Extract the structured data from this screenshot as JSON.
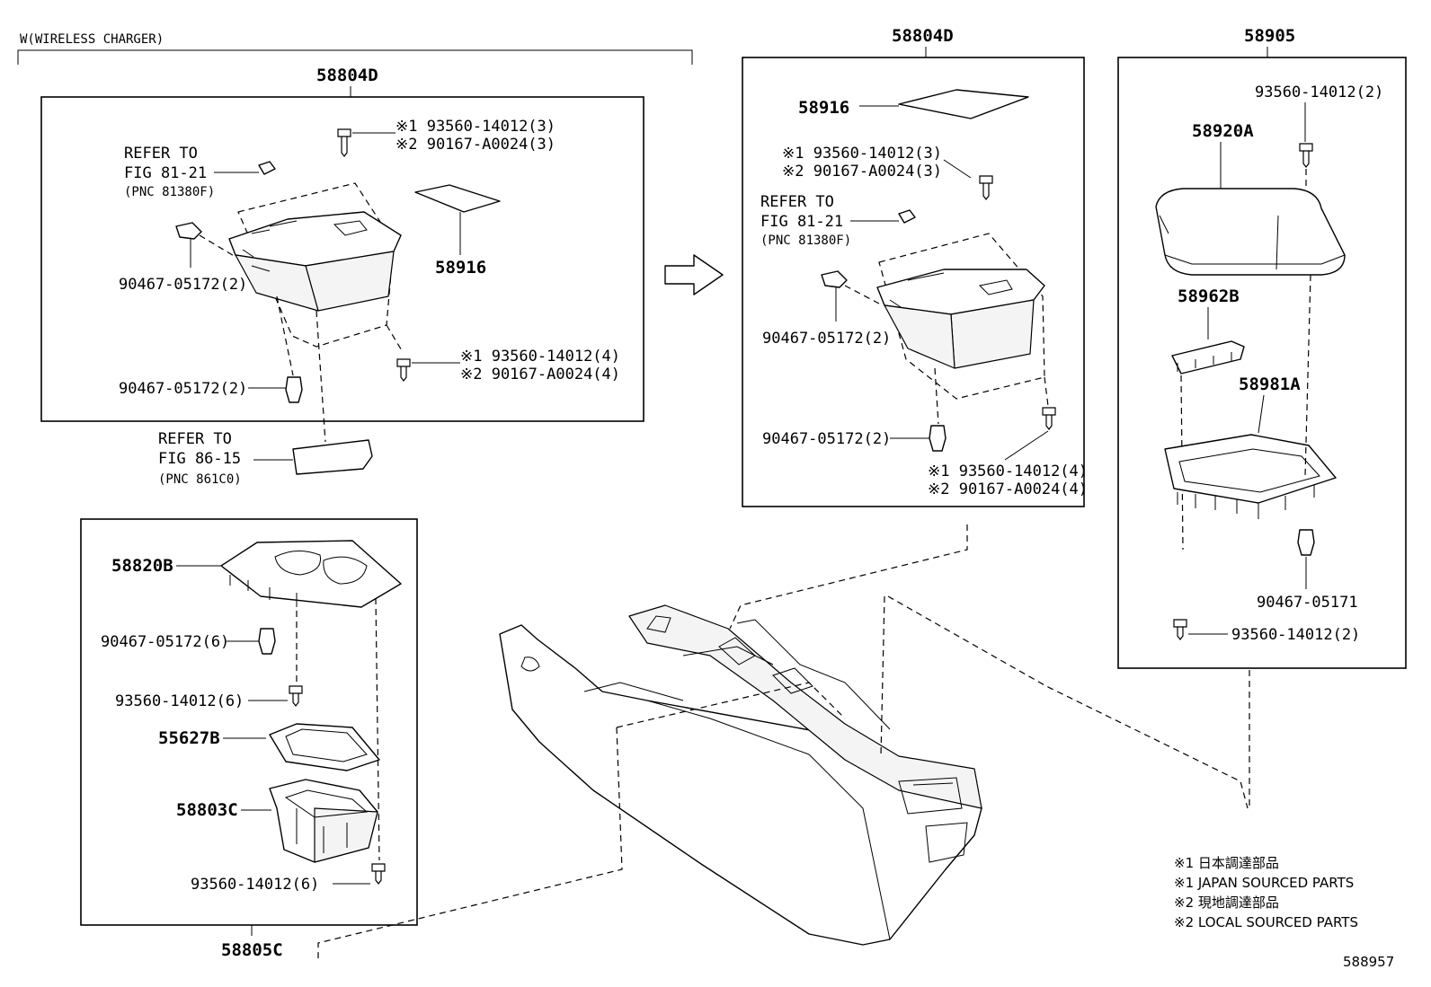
{
  "wireless_section": {
    "header": "W(WIRELESS CHARGER)",
    "assembly": "58804D",
    "refer_top": [
      "REFER TO",
      "FIG 81-21",
      "(PNC 81380F)"
    ],
    "screw_top": [
      "※1 93560-14012(3)",
      "※2 90167-A0024(3)"
    ],
    "mat": "58916",
    "clip_left": "90467-05172(2)",
    "screw_right": [
      "※1 93560-14012(4)",
      "※2 90167-A0024(4)"
    ],
    "clip_bottom": "90467-05172(2)",
    "refer_bottom": [
      "REFER TO",
      "FIG 86-15",
      "(PNC 861C0)"
    ]
  },
  "standard_section": {
    "assembly": "58804D",
    "mat": "58916",
    "screw_top": [
      "※1 93560-14012(3)",
      "※2 90167-A0024(3)"
    ],
    "refer": [
      "REFER TO",
      "FIG 81-21",
      "(PNC 81380F)"
    ],
    "clip_left": "90467-05172(2)",
    "clip_bottom": "90467-05172(2)",
    "screw_bottom": [
      "※1 93560-14012(4)",
      "※2 90167-A0024(4)"
    ]
  },
  "armrest_section": {
    "assembly": "58905",
    "screw_top": "93560-14012(2)",
    "armrest": "58920A",
    "hinge": "58962B",
    "base": "58981A",
    "clip": "90467-05171",
    "screw_bottom": "93560-14012(2)"
  },
  "lower_section": {
    "panel": "58820B",
    "clip": "90467-05172(6)",
    "screw1": "93560-14012(6)",
    "gasket": "55627B",
    "holder": "58803C",
    "screw2": "93560-14012(6)",
    "assembly": "58805C"
  },
  "notes": [
    "※1 日本調達部品",
    "※1 JAPAN SOURCED PARTS",
    "※2 現地調達部品",
    "※2 LOCAL SOURCED PARTS"
  ],
  "figure_id": "588957"
}
